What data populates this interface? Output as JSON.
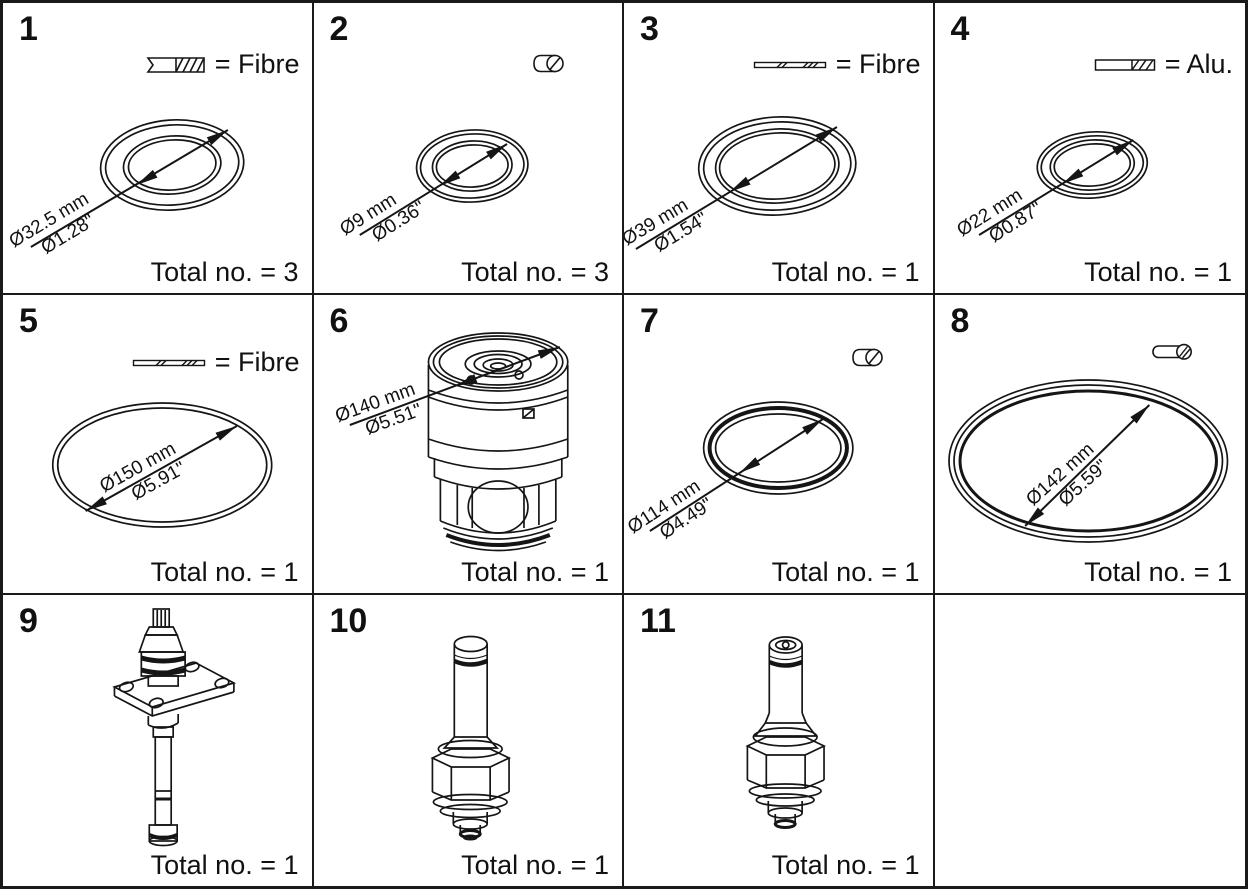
{
  "cells": [
    {
      "number": "1",
      "material": "= Fibre",
      "dia_mm": "Ø32.5 mm",
      "dia_in": "Ø1.28\"",
      "total": "Total no. = 3"
    },
    {
      "number": "2",
      "dia_mm": "Ø9 mm",
      "dia_in": "Ø0.36\"",
      "total": "Total no. = 3"
    },
    {
      "number": "3",
      "material": "= Fibre",
      "dia_mm": "Ø39 mm",
      "dia_in": "Ø1.54\"",
      "total": "Total no. = 1"
    },
    {
      "number": "4",
      "material": "= Alu.",
      "dia_mm": "Ø22 mm",
      "dia_in": "Ø0.87\"",
      "total": "Total no. = 1"
    },
    {
      "number": "5",
      "material": "= Fibre",
      "dia_mm": "Ø150 mm",
      "dia_in": "Ø5.91\"",
      "total": "Total no. = 1"
    },
    {
      "number": "6",
      "dia_mm": "Ø140 mm",
      "dia_in": "Ø5.51\"",
      "total": "Total no. = 1"
    },
    {
      "number": "7",
      "dia_mm": "Ø114 mm",
      "dia_in": "Ø4.49\"",
      "total": "Total no. = 1"
    },
    {
      "number": "8",
      "dia_mm": "Ø142 mm",
      "dia_in": "Ø5.59\"",
      "total": "Total no. = 1"
    },
    {
      "number": "9",
      "total": "Total no. = 1"
    },
    {
      "number": "10",
      "total": "Total no. = 1"
    },
    {
      "number": "11",
      "total": "Total no. = 1"
    }
  ]
}
